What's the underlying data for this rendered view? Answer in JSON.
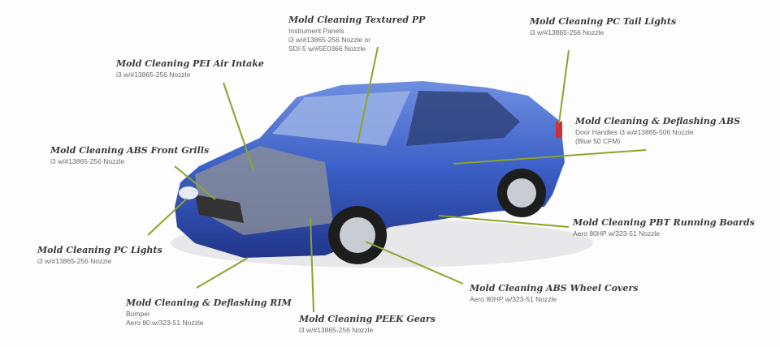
{
  "colors": {
    "leader": "#8aa52a",
    "car": "#3b5fc6",
    "car_dark": "#233a8a"
  },
  "labels": [
    {
      "title": "Mold Cleaning Textured PP",
      "lines": [
        "Instrument Panels",
        "i3 w/#13865-256 Nozzle or",
        "SDI-5 w/#5E0366 Nozzle"
      ]
    },
    {
      "title": "Mold Cleaning PC Tail Lights",
      "lines": [
        "i3 w/#13865-256 Nozzle"
      ]
    },
    {
      "title": "Mold Cleaning PEI Air Intake",
      "lines": [
        "i3 w/#13865-256 Nozzle"
      ]
    },
    {
      "title": "Mold Cleaning & Deflashing ABS",
      "lines": [
        "Door Handles i3 w/#13865-506 Nozzle",
        "(Blue 50 CFM)"
      ]
    },
    {
      "title": "Mold Cleaning ABS Front Grills",
      "lines": [
        "i3 w/#13865-256 Nozzle"
      ]
    },
    {
      "title": "Mold Cleaning PBT Running Boards",
      "lines": [
        "Aero 80HP w/323-51 Nozzle"
      ]
    },
    {
      "title": "Mold Cleaning PC Lights",
      "lines": [
        "i3 w/#13865-256 Nozzle"
      ]
    },
    {
      "title": "Mold Cleaning ABS Wheel Covers",
      "lines": [
        "Aero 80HP w/323-51 Nozzle"
      ]
    },
    {
      "title": "Mold Cleaning & Deflashing RIM",
      "lines": [
        "Bumper",
        "Aero 80 w/323-51 Nozzle"
      ]
    },
    {
      "title": "Mold Cleaning PEEK Gears",
      "lines": [
        "i3 w/#13865-256 Nozzle"
      ]
    }
  ]
}
